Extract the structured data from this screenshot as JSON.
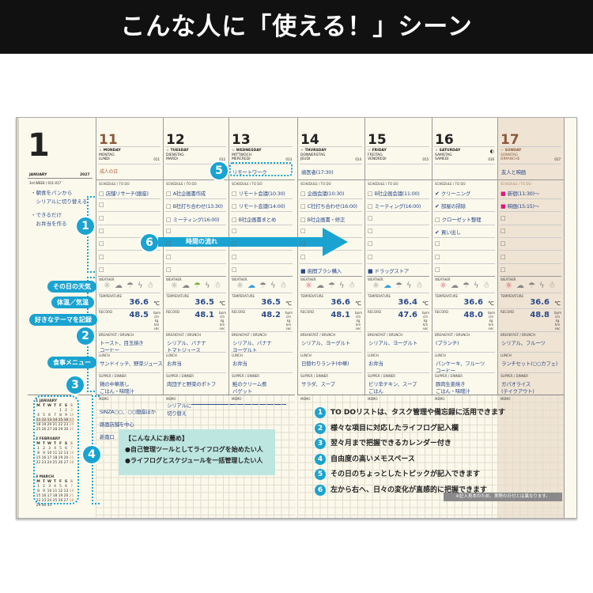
{
  "banner": {
    "title": "こんな人に「使える！」シーン"
  },
  "colors": {
    "accent": "#1aa3d0",
    "ink": "#2b4b8c",
    "sunday_bg": "#efe3d3",
    "holiday": "#8b5a3c",
    "pink": "#e0187a"
  },
  "left": {
    "month_num": "1",
    "month": "JANUARY",
    "year": "2027",
    "week": "3rd WEEK / 011-017",
    "notes": [
      "・朝食をパンから",
      "　シリアルに切り替える",
      "・できるだけ",
      "　お弁当を作る"
    ]
  },
  "labels": {
    "schedule": "SCHEDULE / TO DO",
    "weather": "WEATHER",
    "temperature": "TEMPERATURE",
    "record": "RECORD",
    "breakfast": "BREAKFAST / BRUNCH",
    "lunch": "LUNCH",
    "supper": "SUPPER / DINNER",
    "memo": "MEMO",
    "celsius": "℃",
    "units": "bpm cm kg km sec"
  },
  "weather_icons": [
    "sun-icon",
    "cloud-icon",
    "umbrella-icon",
    "lightning-icon",
    "snowman-icon"
  ],
  "days": [
    {
      "num": "11",
      "en": "☆ MONDAY",
      "de": "MONTAG",
      "fr": "LUNDI",
      "code": "011",
      "topic": "成人の日",
      "holiday": true,
      "weather": 0,
      "schedule": [
        [
          "box",
          "店舗リサーチ(銀座)"
        ],
        [
          "box",
          ""
        ],
        [
          "box",
          ""
        ],
        [
          "box",
          ""
        ],
        [
          "box",
          ""
        ],
        [
          "box",
          ""
        ],
        [
          "box",
          ""
        ]
      ],
      "temp": "36.6",
      "record": "48.5",
      "breakfast": [
        "トースト、目玉焼き",
        "コーヒー"
      ],
      "lunch": [
        "サンドイッチ、野菜ジュース"
      ],
      "supper": [
        "鶏の中華蒸し",
        "ごはん・味噌汁"
      ],
      "memo": [
        "SINZA○○、○○銀座ほか",
        "路面店舗を中心",
        "新南口"
      ]
    },
    {
      "num": "12",
      "en": "☆ TUESDAY",
      "de": "DIENSTAG",
      "fr": "MARDI",
      "code": "012",
      "topic": "",
      "weather": 2,
      "schedule": [
        [
          "box",
          "A社企画書作成"
        ],
        [
          "box",
          "B社打ち合わせ(13:30)"
        ],
        [
          "box",
          "ミーティング(16:00)"
        ],
        [
          "box",
          ""
        ],
        [
          "box",
          ""
        ],
        [
          "box",
          ""
        ],
        [
          "box",
          ""
        ]
      ],
      "temp": "36.5",
      "record": "48.1",
      "breakfast": [
        "シリアル、バナナ",
        "トマトジュース"
      ],
      "lunch": [
        "お弁当"
      ],
      "supper": [
        "肉団子と野菜のポトフ"
      ],
      "memo": [
        "シリアルに",
        "切り替え"
      ]
    },
    {
      "num": "13",
      "en": "☆ WEDNESDAY",
      "de": "MITTWOCH",
      "fr": "MERCREDI",
      "code": "013",
      "topic": "リモートワーク",
      "weather": 1,
      "schedule": [
        [
          "box",
          "リモート会議(10:30)"
        ],
        [
          "box",
          "リモート会議(14:00)"
        ],
        [
          "box",
          "B社企画書まとめ"
        ],
        [
          "box",
          ""
        ],
        [
          "box",
          ""
        ],
        [
          "box",
          ""
        ],
        [
          "box",
          ""
        ]
      ],
      "temp": "36.5",
      "record": "48.2",
      "breakfast": [
        "シリアル、バナナ",
        "ヨーグルト"
      ],
      "lunch": [
        "お弁当"
      ],
      "supper": [
        "鮭のクリーム煮",
        "バゲット"
      ],
      "memo": []
    },
    {
      "num": "14",
      "en": "☆ THURSDAY",
      "de": "DONNERSTAG",
      "fr": "JEUDI",
      "code": "014",
      "topic": "歯医者(17:30)",
      "weather": 0,
      "schedule": [
        [
          "box",
          "企画会議(10:30)"
        ],
        [
          "box",
          "C社打ち合わせ(16:00)"
        ],
        [
          "box",
          "B社企画書・修正"
        ],
        [
          "box",
          ""
        ],
        [
          "box",
          ""
        ],
        [
          "box",
          ""
        ],
        [
          "sq",
          "歯間ブラシ購入"
        ]
      ],
      "temp": "36.6",
      "record": "48.1",
      "breakfast": [
        "シリアル、ヨーグルト"
      ],
      "lunch": [
        "日替わりランチ(中華)"
      ],
      "supper": [
        "サラダ、スープ"
      ],
      "memo": []
    },
    {
      "num": "15",
      "en": "☆ FRIDAY",
      "de": "FREITAG",
      "fr": "VENDREDI",
      "code": "015",
      "topic": "",
      "weather": 1,
      "schedule": [
        [
          "box",
          "B社企画会議(11:00)"
        ],
        [
          "box",
          "ミーティング(16:00)"
        ],
        [
          "box",
          ""
        ],
        [
          "box",
          ""
        ],
        [
          "box",
          ""
        ],
        [
          "box",
          ""
        ],
        [
          "sq",
          "ドラッグストア"
        ]
      ],
      "temp": "36.4",
      "record": "47.6",
      "breakfast": [
        "シリアル、ヨーグルト"
      ],
      "lunch": [
        "お弁当"
      ],
      "supper": [
        "ピリ辛チキン、スープ",
        "ごはん"
      ],
      "memo": []
    },
    {
      "num": "16",
      "en": "☆ SATURDAY",
      "de": "SAMSTAG",
      "fr": "SAMEDI",
      "code": "016",
      "topic": "",
      "moon": "◐",
      "weather": 0,
      "schedule": [
        [
          "check",
          "クリーニング"
        ],
        [
          "check",
          "部屋の掃除"
        ],
        [
          "box",
          "クローゼット整理"
        ],
        [
          "check",
          "買い出し"
        ],
        [
          "box",
          ""
        ],
        [
          "box",
          ""
        ],
        [
          "box",
          ""
        ]
      ],
      "temp": "36.6",
      "record": "48.0",
      "breakfast": [
        "(ブランチ)"
      ],
      "lunch": [
        "パンケーキ、フルーツ",
        "コーヒー"
      ],
      "supper": [
        "豚肉生姜焼き",
        "ごはん・味噌汁"
      ],
      "memo": []
    },
    {
      "num": "17",
      "en": "☆ SUNDAY",
      "de": "SONNTAG",
      "fr": "DIMANCHE",
      "code": "017",
      "topic": "友人と映画",
      "sunday": true,
      "weather": 0,
      "schedule": [
        [
          "pink",
          "新宿(11:30)～"
        ],
        [
          "pink",
          "映画(15:15)～"
        ],
        [
          "box",
          ""
        ],
        [
          "box",
          ""
        ],
        [
          "box",
          ""
        ],
        [
          "box",
          ""
        ],
        [
          "box",
          ""
        ]
      ],
      "temp": "36.6",
      "record": "48.8",
      "breakfast": [
        "シリアル、フルーツ"
      ],
      "lunch": [
        "ランチセット(○○カフェ)"
      ],
      "supper": [
        "ガパオライス",
        "(テイクアウト)"
      ],
      "memo": []
    }
  ],
  "mini_calendars": [
    {
      "title": "1 JANUARY",
      "head": [
        "M",
        "T",
        "W",
        "T",
        "F",
        "S",
        "S"
      ],
      "weeks": [
        [
          "",
          "",
          "",
          "",
          "1",
          "2",
          "3"
        ],
        [
          "4",
          "5",
          "6",
          "7",
          "8",
          "9",
          "10"
        ],
        [
          "11",
          "12",
          "13",
          "14",
          "15",
          "16",
          "17"
        ],
        [
          "18",
          "19",
          "20",
          "21",
          "22",
          "23",
          "24"
        ],
        [
          "25",
          "26",
          "27",
          "28",
          "29",
          "30",
          "31"
        ]
      ]
    },
    {
      "title": "2 FEBRUARY",
      "head": [
        "M",
        "T",
        "W",
        "T",
        "F",
        "S",
        "S"
      ],
      "weeks": [
        [
          "1",
          "2",
          "3",
          "4",
          "5",
          "6",
          "7"
        ],
        [
          "8",
          "9",
          "10",
          "11",
          "12",
          "13",
          "14"
        ],
        [
          "15",
          "16",
          "17",
          "18",
          "19",
          "20",
          "21"
        ],
        [
          "22",
          "23",
          "24",
          "25",
          "26",
          "27",
          "28"
        ]
      ]
    },
    {
      "title": "3 MARCH",
      "head": [
        "M",
        "T",
        "W",
        "T",
        "F",
        "S",
        "S"
      ],
      "weeks": [
        [
          "1",
          "2",
          "3",
          "4",
          "5",
          "6",
          "7"
        ],
        [
          "8",
          "9",
          "10",
          "11",
          "12",
          "13",
          "14"
        ],
        [
          "15",
          "16",
          "17",
          "18",
          "19",
          "20",
          "21"
        ],
        [
          "22",
          "23",
          "24",
          "25",
          "26",
          "27",
          "28"
        ],
        [
          "29",
          "30",
          "31",
          "",
          "",
          "",
          ""
        ]
      ]
    }
  ],
  "annotations": {
    "time_flow": "時間の流れ",
    "pills": [
      "その日の天気",
      "体温／気温",
      "好きなテーマを記録",
      "食事メニュー"
    ],
    "callout_title": "【こんな人にお薦め】",
    "callout_items": [
      "●自己管理ツールとしてライフログを始めたい人",
      "●ライフログとスケジュールを一括管理したい人"
    ],
    "features": [
      {
        "n": "1",
        "text": "TO DOリストは、タスク管理や備忘録に活用できます"
      },
      {
        "n": "2",
        "text": "様々な項目に対応したライフログ記入欄"
      },
      {
        "n": "3",
        "text": "翌々月まで把握できるカレンダー付き"
      },
      {
        "n": "4",
        "text": "自由度の高いメモスペース"
      },
      {
        "n": "5",
        "text": "その日のちょっとしたトピックが記入できます"
      },
      {
        "n": "6",
        "text": "左から右へ、日々の変化が直感的に把握できます"
      }
    ],
    "note": "※記入見本のため、実際の日付とは異なります。"
  }
}
